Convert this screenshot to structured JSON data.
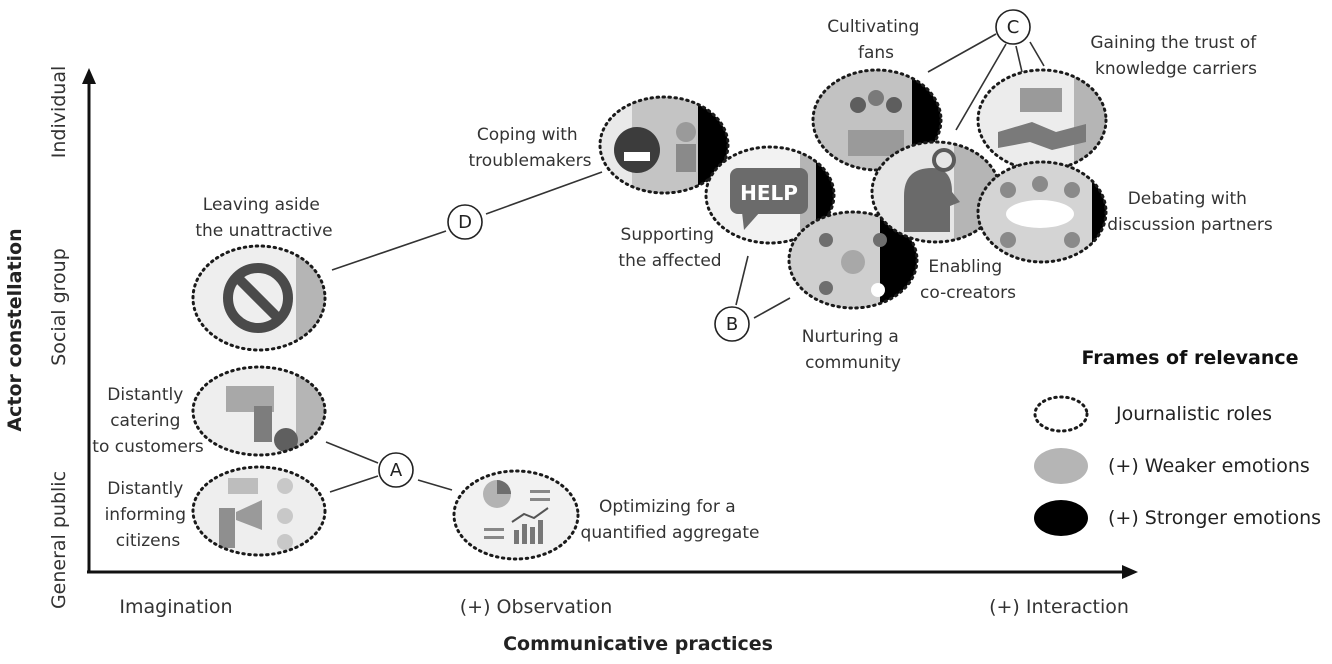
{
  "axes": {
    "x_label": "Communicative practices",
    "y_label": "Actor constellation",
    "x_ticks": [
      "Imagination",
      "(+) Observation",
      "(+) Interaction"
    ],
    "y_ticks": [
      "General public",
      "Social group",
      "Individual"
    ]
  },
  "roles": {
    "distantly_informing": [
      "Distantly",
      "informing",
      "citizens"
    ],
    "distantly_catering": [
      "Distantly",
      "catering",
      "to customers"
    ],
    "leaving_aside": [
      "Leaving aside",
      "the unattractive"
    ],
    "optimizing": [
      "Optimizing for a",
      "quantified aggregate"
    ],
    "coping": [
      "Coping with",
      "troublemakers"
    ],
    "supporting": [
      "Supporting",
      "the affected"
    ],
    "nurturing": [
      "Nurturing a",
      "community"
    ],
    "cultivating": [
      "Cultivating",
      "fans"
    ],
    "enabling": [
      "Enabling",
      "co-creators"
    ],
    "gaining": [
      "Gaining the trust of",
      "knowledge carriers"
    ],
    "debating": [
      "Debating with",
      "discussion partners"
    ]
  },
  "markers": [
    "A",
    "B",
    "C",
    "D"
  ],
  "help_text": "HELP",
  "legend": {
    "title": "Frames of relevance",
    "items": [
      "Journalistic roles",
      "(+) Weaker emotions",
      "(+) Stronger emotions"
    ]
  },
  "colors": {
    "weaker": "#b5b5b5",
    "stronger": "#000000",
    "outline": "#1a1a1a"
  }
}
